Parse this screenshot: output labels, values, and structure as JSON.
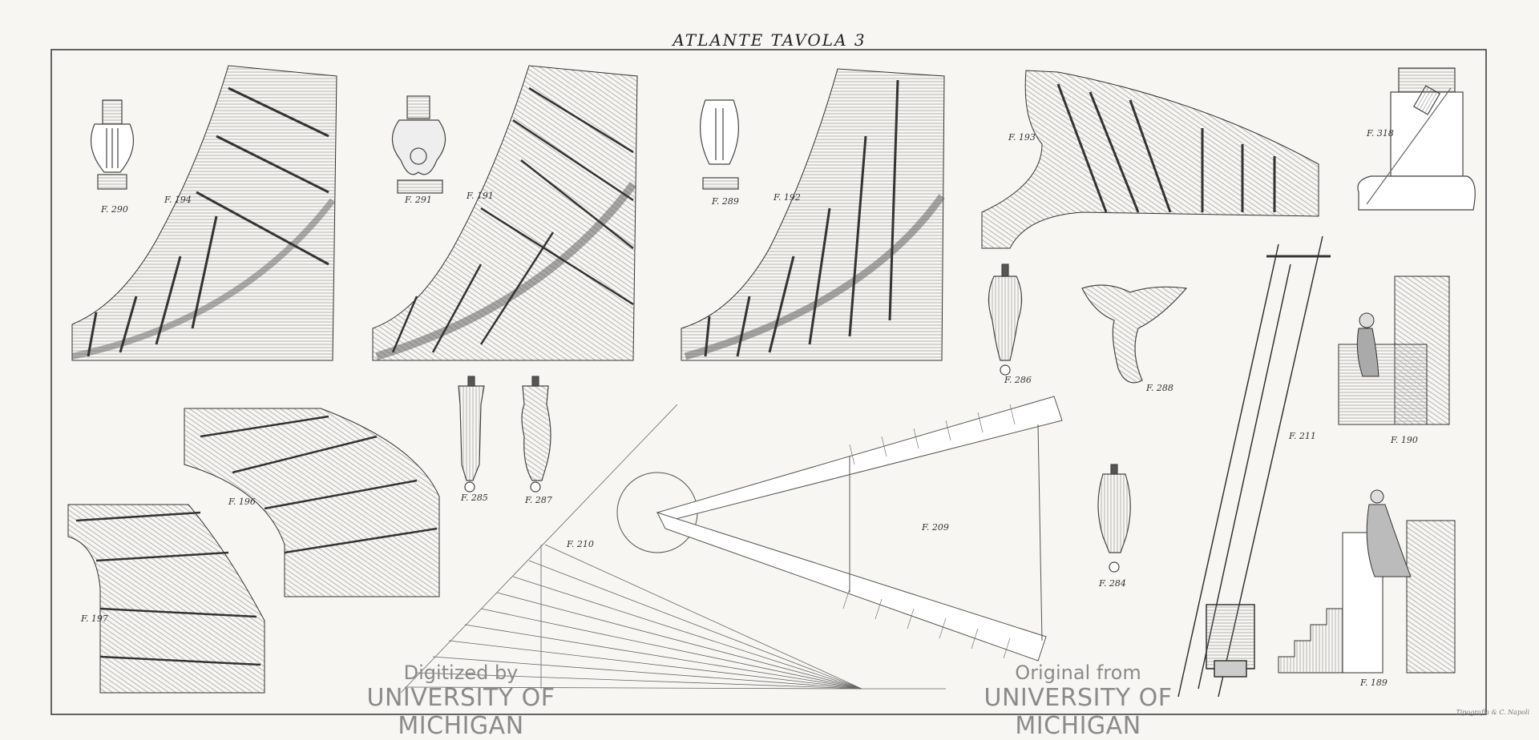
{
  "title": "ATLANTE TAVOLA 3",
  "figures": {
    "f290": "F. 290",
    "f291": "F. 291",
    "f289": "F. 289",
    "f194": "F. 194",
    "f191": "F. 191",
    "f192": "F. 192",
    "f193": "F. 193",
    "f318": "F. 318",
    "f286": "F. 286",
    "f288": "F. 288",
    "f190": "F. 190",
    "f211": "F. 211",
    "f196": "F. 196",
    "f197": "F. 197",
    "f285": "F. 285",
    "f287": "F. 287",
    "f210": "F. 210",
    "f209": "F. 209",
    "f284": "F. 284",
    "f189": "F. 189"
  },
  "watermark": {
    "left_line1": "Digitized by",
    "left_line2": "UNIVERSITY OF MICHIGAN",
    "right_line1": "Original from",
    "right_line2": "UNIVERSITY OF MICHIGAN"
  },
  "printer_mark": "Tipografia & C. Napoli"
}
